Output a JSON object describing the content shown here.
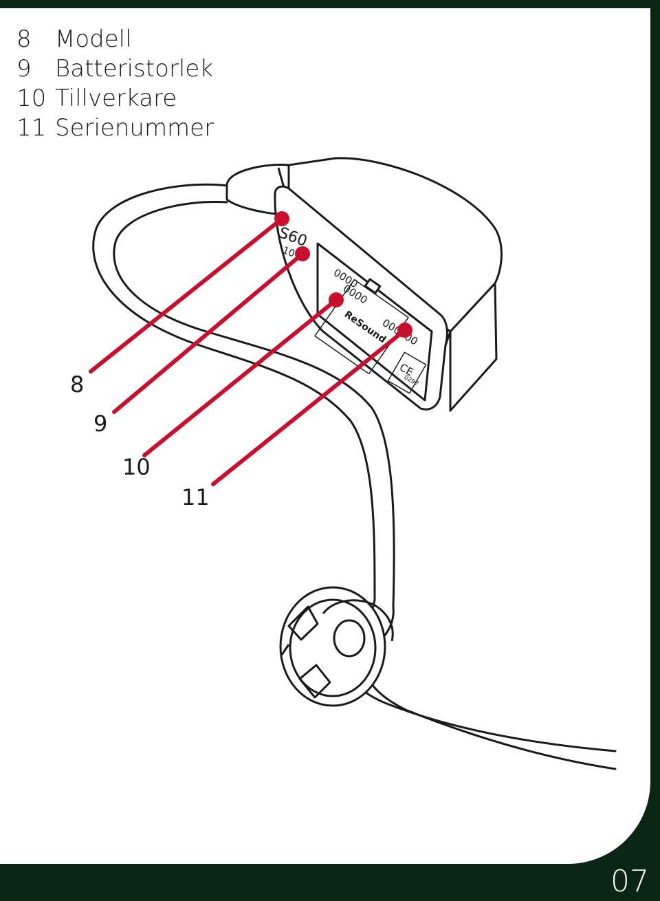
{
  "legend": {
    "items": [
      {
        "number": "8",
        "label": "Modell"
      },
      {
        "number": "9",
        "label": "Batteristorlek"
      },
      {
        "number": "10",
        "label": "Tillverkare"
      },
      {
        "number": "11",
        "label": "Serienummer"
      }
    ]
  },
  "device_print": {
    "model": "S60",
    "battery": "10",
    "code_top": "0000",
    "code_mid": "0000",
    "serial": "000000",
    "brand": "ReSound",
    "ce_mark": "CE",
    "ce_number": "0297"
  },
  "callouts": [
    "8",
    "9",
    "10",
    "11"
  ],
  "colors": {
    "callout_line": "#c8102e",
    "outline": "#1a1a1a",
    "frame": "#0b2614"
  },
  "page_number": "07"
}
